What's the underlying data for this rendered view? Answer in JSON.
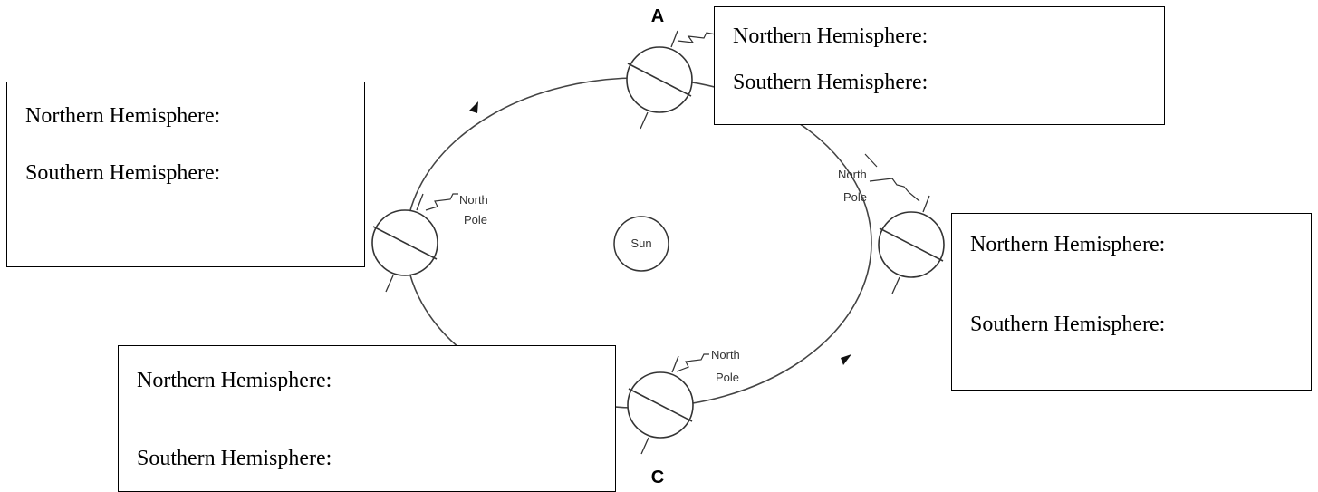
{
  "sun_label": "Sun",
  "position_labels": {
    "a": "A",
    "c": "C"
  },
  "pole_label": {
    "line1": "North",
    "line2": "Pole"
  },
  "boxes": [
    {
      "id": "box-a",
      "northern": "Northern Hemisphere:",
      "southern": "Southern Hemisphere:"
    },
    {
      "id": "box-left",
      "northern": "Northern Hemisphere:",
      "southern": "Southern Hemisphere:"
    },
    {
      "id": "box-right",
      "northern": "Northern Hemisphere:",
      "southern": "Southern Hemisphere:"
    },
    {
      "id": "box-c",
      "northern": "Northern Hemisphere:",
      "southern": "Southern Hemisphere:"
    }
  ],
  "colors": {
    "line": "#333333",
    "box_border": "#000000",
    "background": "#ffffff"
  }
}
